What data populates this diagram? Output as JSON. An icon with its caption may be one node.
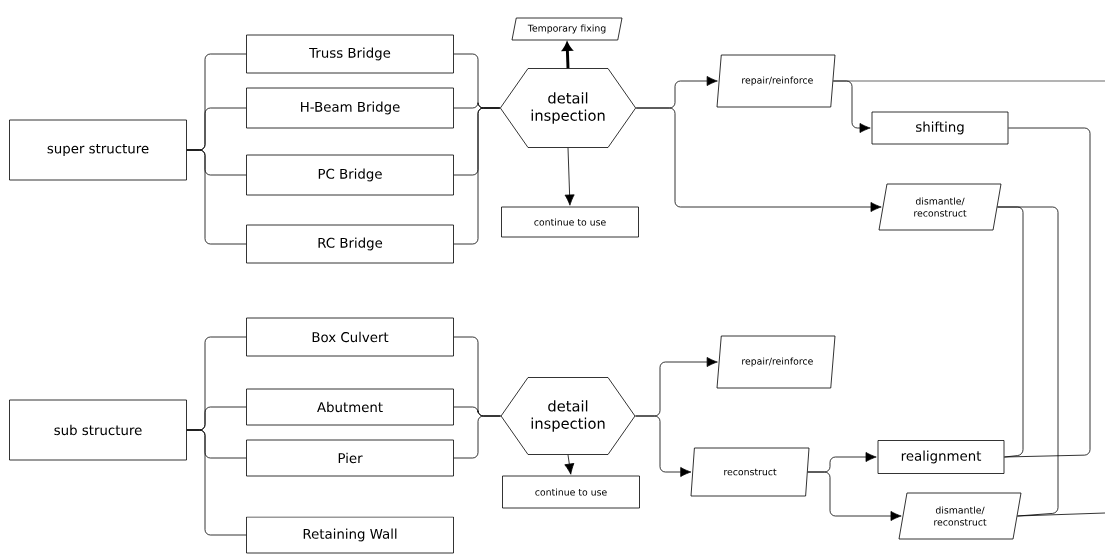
{
  "diagram": {
    "nodes": [
      {
        "text": [
          "super structure"
        ]
      },
      {
        "text": [
          "Truss Bridge"
        ]
      },
      {
        "text": [
          "H-Beam Bridge"
        ]
      },
      {
        "text": [
          "PC Bridge"
        ]
      },
      {
        "text": [
          "RC Bridge"
        ]
      },
      {
        "text": [
          "detail inspection"
        ]
      },
      {
        "text": [
          "Temporary fixing"
        ]
      },
      {
        "text": [
          "continue to use"
        ]
      },
      {
        "text": [
          "repair/reinforce"
        ]
      },
      {
        "text": [
          "shifting"
        ]
      },
      {
        "text": [
          "dismantle/ reconstruct"
        ]
      },
      {
        "text": [
          "sub structure"
        ]
      },
      {
        "text": [
          "Box Culvert"
        ]
      },
      {
        "text": [
          "Abutment"
        ]
      },
      {
        "text": [
          "Pier"
        ]
      },
      {
        "text": [
          "Retaining Wall"
        ]
      },
      {
        "text": [
          "detail inspection"
        ]
      },
      {
        "text": [
          "continue to use"
        ]
      },
      {
        "text": [
          "repair/reinforce"
        ]
      },
      {
        "text": [
          "reconstruct"
        ]
      },
      {
        "text": [
          "realignment"
        ]
      },
      {
        "text": [
          "dismantle/ reconstruct"
        ]
      }
    ],
    "edges": [
      {
        "from": 0,
        "to": 1,
        "arrow": "none"
      },
      {
        "from": 0,
        "to": 2,
        "arrow": "none"
      },
      {
        "from": 0,
        "to": 3,
        "arrow": "none"
      },
      {
        "from": 0,
        "to": 4,
        "arrow": "none"
      },
      {
        "from": 1,
        "to": 5,
        "arrow": "none"
      },
      {
        "from": 2,
        "to": 5,
        "arrow": "none"
      },
      {
        "from": 3,
        "to": 5,
        "arrow": "none"
      },
      {
        "from": 4,
        "to": 5,
        "arrow": "none"
      },
      {
        "from": 5,
        "to": 6,
        "arrow": "to",
        "style": "thick"
      },
      {
        "from": 5,
        "to": 7,
        "arrow": "to"
      },
      {
        "from": 5,
        "to": 8,
        "arrow": "to"
      },
      {
        "from": 5,
        "to": 10,
        "arrow": "to"
      },
      {
        "from": 8,
        "to": 9,
        "arrow": "to"
      },
      {
        "from": 8,
        "to": null,
        "arrow": "none"
      },
      {
        "from": 9,
        "to": 20,
        "arrow": "none"
      },
      {
        "from": 10,
        "to": 20,
        "arrow": "none"
      },
      {
        "from": 10,
        "to": 21,
        "arrow": "none"
      },
      {
        "from": 11,
        "to": 12,
        "arrow": "none"
      },
      {
        "from": 11,
        "to": 13,
        "arrow": "none"
      },
      {
        "from": 11,
        "to": 14,
        "arrow": "none"
      },
      {
        "from": 11,
        "to": 15,
        "arrow": "none"
      },
      {
        "from": 12,
        "to": 16,
        "arrow": "none"
      },
      {
        "from": 13,
        "to": 16,
        "arrow": "none"
      },
      {
        "from": 14,
        "to": 16,
        "arrow": "none"
      },
      {
        "from": 16,
        "to": 17,
        "arrow": "to"
      },
      {
        "from": 16,
        "to": 18,
        "arrow": "to"
      },
      {
        "from": 16,
        "to": 19,
        "arrow": "to"
      },
      {
        "from": 19,
        "to": 20,
        "arrow": "to"
      },
      {
        "from": 19,
        "to": 21,
        "arrow": "to"
      },
      {
        "from": 21,
        "to": null,
        "arrow": "none"
      }
    ]
  }
}
